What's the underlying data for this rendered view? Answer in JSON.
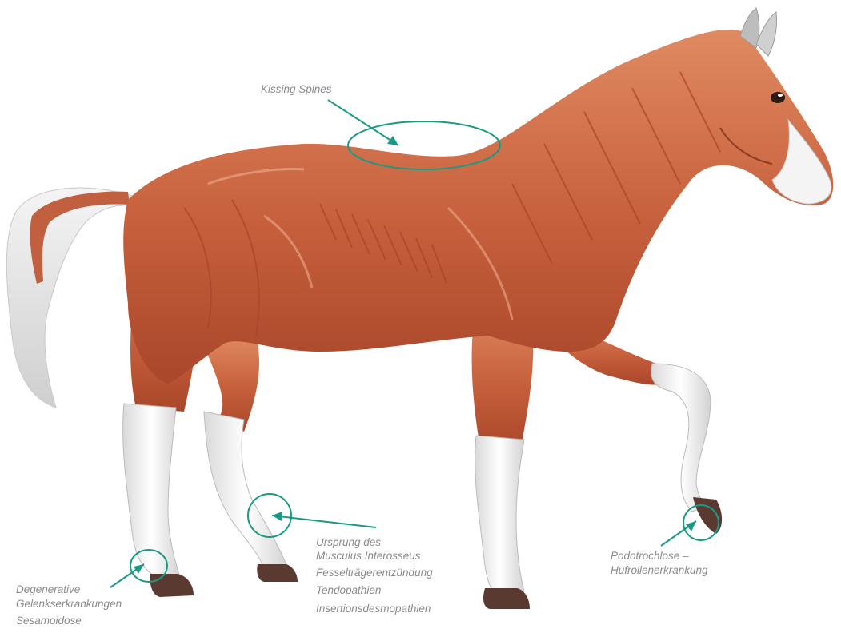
{
  "figure": {
    "subject": "horse-muscle-anatomy",
    "colors": {
      "muscle": "#c9633f",
      "muscle_dark": "#9a3d23",
      "muscle_light": "#e59a75",
      "tendon": "#eeeeee",
      "hoof": "#5a3a30",
      "tail": "#e8e8e8",
      "annotation": "#1a9a85",
      "label_text": "#8a8a8a"
    }
  },
  "annotations": {
    "kissing_spines": {
      "lines": [
        "Kissing Spines"
      ]
    },
    "interosseus": {
      "lines": [
        "Ursprung des",
        "Musculus Interosseus",
        "Fesselträgerentzündung",
        "Tendopathien",
        "Insertionsdesmopathien"
      ]
    },
    "podotrochlose": {
      "lines": [
        "Podotrochlose –",
        "Hufrollenerkrankung"
      ]
    },
    "degenerative": {
      "lines": [
        "Degenerative",
        "Gelenkserkrankungen",
        "Sesamoidose"
      ]
    }
  }
}
